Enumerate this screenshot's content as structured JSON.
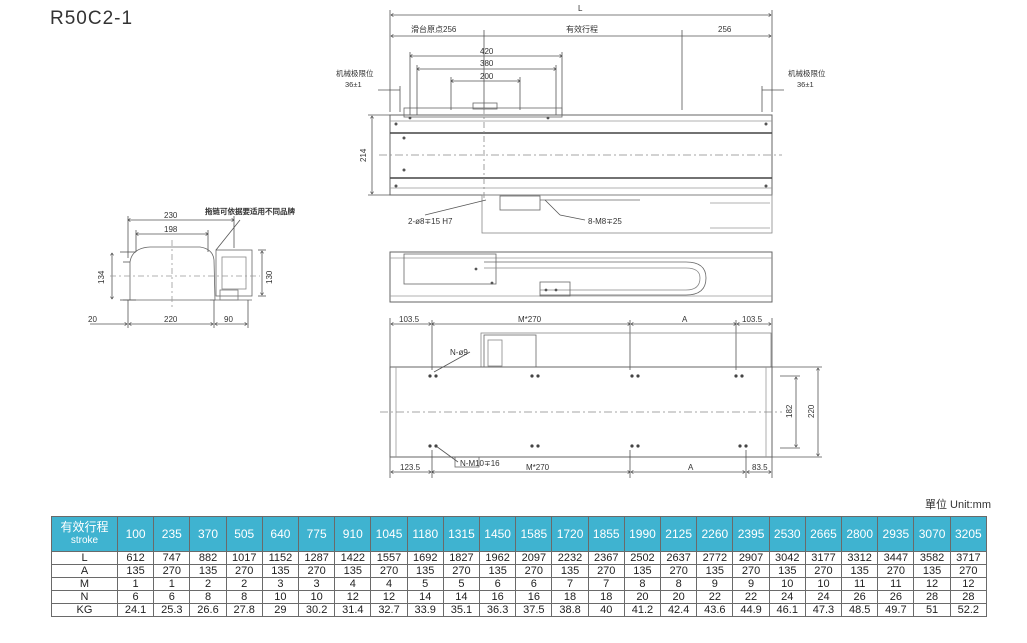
{
  "title": "R50C2-1",
  "drawing": {
    "top_L": "L",
    "top_slide_origin": "滑台原点256",
    "top_stroke": "有效行程",
    "top_256": "256",
    "dim_420": "420",
    "dim_380": "380",
    "dim_200": "200",
    "mech_limit_left": "机械极限位",
    "mech_limit_left_val": "36±1",
    "mech_limit_right": "机械极限位",
    "mech_limit_right_val": "36±1",
    "dim_214": "214",
    "hole_pin": "2-ø8∓15  H7",
    "hole_m8": "8-M8∓25",
    "side_230": "230",
    "side_198": "198",
    "side_note": "拖链可依据要适用不同品牌",
    "side_134": "134",
    "side_130": "130",
    "side_20": "20",
    "side_220": "220",
    "side_90": "90",
    "bot_103_5_left": "103.5",
    "bot_m270_top": "M*270",
    "bot_A_top": "A",
    "bot_103_5_right": "103.5",
    "bot_n9": "N-ø9",
    "bot_182": "182",
    "bot_220": "220",
    "bot_123_5": "123.5",
    "bot_m10": "N-M10∓16",
    "bot_m270_bot": "M*270",
    "bot_A_bot": "A",
    "bot_83_5": "83.5"
  },
  "unit_label": "單位 Unit:mm",
  "table": {
    "header_label": "有效行程",
    "header_sub": "stroke",
    "strokes": [
      "100",
      "235",
      "370",
      "505",
      "640",
      "775",
      "910",
      "1045",
      "1180",
      "1315",
      "1450",
      "1585",
      "1720",
      "1855",
      "1990",
      "2125",
      "2260",
      "2395",
      "2530",
      "2665",
      "2800",
      "2935",
      "3070",
      "3205"
    ],
    "rows": [
      {
        "label": "L",
        "values": [
          "612",
          "747",
          "882",
          "1017",
          "1152",
          "1287",
          "1422",
          "1557",
          "1692",
          "1827",
          "1962",
          "2097",
          "2232",
          "2367",
          "2502",
          "2637",
          "2772",
          "2907",
          "3042",
          "3177",
          "3312",
          "3447",
          "3582",
          "3717"
        ]
      },
      {
        "label": "A",
        "values": [
          "135",
          "270",
          "135",
          "270",
          "135",
          "270",
          "135",
          "270",
          "135",
          "270",
          "135",
          "270",
          "135",
          "270",
          "135",
          "270",
          "135",
          "270",
          "135",
          "270",
          "135",
          "270",
          "135",
          "270"
        ]
      },
      {
        "label": "M",
        "values": [
          "1",
          "1",
          "2",
          "2",
          "3",
          "3",
          "4",
          "4",
          "5",
          "5",
          "6",
          "6",
          "7",
          "7",
          "8",
          "8",
          "9",
          "9",
          "10",
          "10",
          "11",
          "11",
          "12",
          "12"
        ]
      },
      {
        "label": "N",
        "values": [
          "6",
          "6",
          "8",
          "8",
          "10",
          "10",
          "12",
          "12",
          "14",
          "14",
          "16",
          "16",
          "18",
          "18",
          "20",
          "20",
          "22",
          "22",
          "24",
          "24",
          "26",
          "26",
          "28",
          "28"
        ]
      },
      {
        "label": "KG",
        "values": [
          "24.1",
          "25.3",
          "26.6",
          "27.8",
          "29",
          "30.2",
          "31.4",
          "32.7",
          "33.9",
          "35.1",
          "36.3",
          "37.5",
          "38.8",
          "40",
          "41.2",
          "42.4",
          "43.6",
          "44.9",
          "46.1",
          "47.3",
          "48.5",
          "49.7",
          "51",
          "52.2"
        ]
      }
    ]
  }
}
